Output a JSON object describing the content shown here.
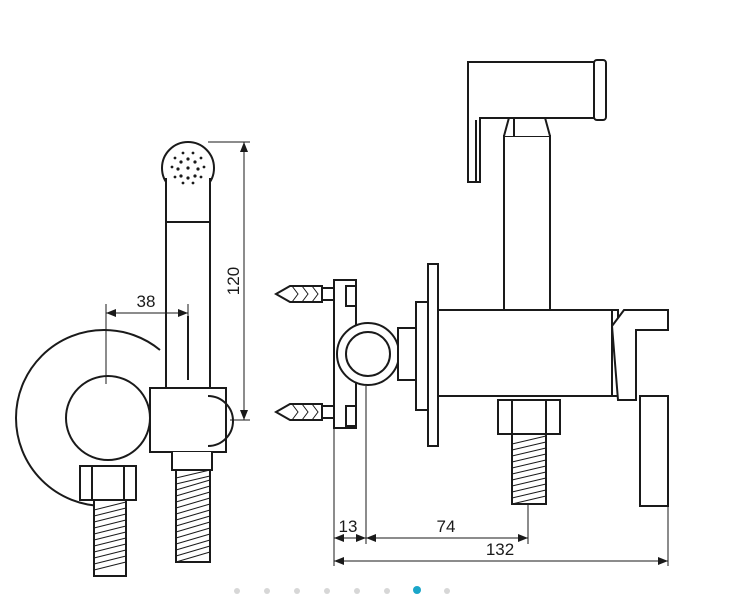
{
  "dimensions": {
    "height_120": "120",
    "offset_38": "38",
    "depth_13": "13",
    "depth_74": "74",
    "depth_132": "132"
  },
  "carousel": {
    "dot_count": 8,
    "active_index": 6,
    "active_color": "#1aa6c9",
    "inactive_color": "#d7d7d7"
  }
}
